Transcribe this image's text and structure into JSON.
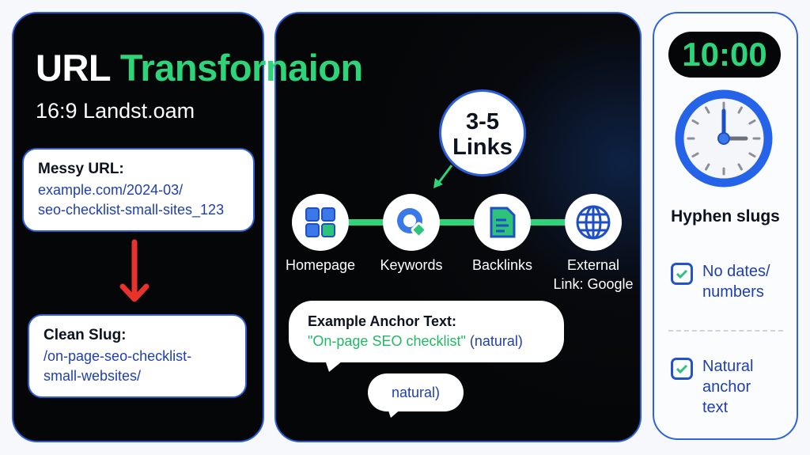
{
  "title": {
    "part1": "URL",
    "part2": "Transfornaion"
  },
  "subtitle": "16:9 Landst.oam",
  "messy": {
    "heading": "Messy URL:",
    "line1": "example.com/2024-03/",
    "line2": "seo-checklist-small-sites_123"
  },
  "clean": {
    "heading": "Clean Slug:",
    "line1": "/on-page-seo-checklist-",
    "line2": "small-websites/"
  },
  "bubble": {
    "line1": "3-5",
    "line2": "Links"
  },
  "nodes": [
    {
      "label": "Homepage",
      "icon": "grid-icon"
    },
    {
      "label": "Keywords",
      "icon": "target-icon"
    },
    {
      "label": "Backlinks",
      "icon": "document-icon"
    },
    {
      "label1": "External",
      "label2": "Link: Google",
      "icon": "globe-icon"
    }
  ],
  "anchor": {
    "heading": "Example Anchor Text:",
    "quote": "\"On-page SEO checklist\"",
    "suffix": " (natural)"
  },
  "small_bubble": "natural)",
  "timer": "10:00",
  "right": {
    "heading": "Hyphen slugs",
    "checks": [
      "No dates/ numbers",
      "Natural anchor text"
    ]
  },
  "colors": {
    "green": "#2ed47a",
    "blue": "#2b5fd9",
    "red": "#e8322c"
  }
}
